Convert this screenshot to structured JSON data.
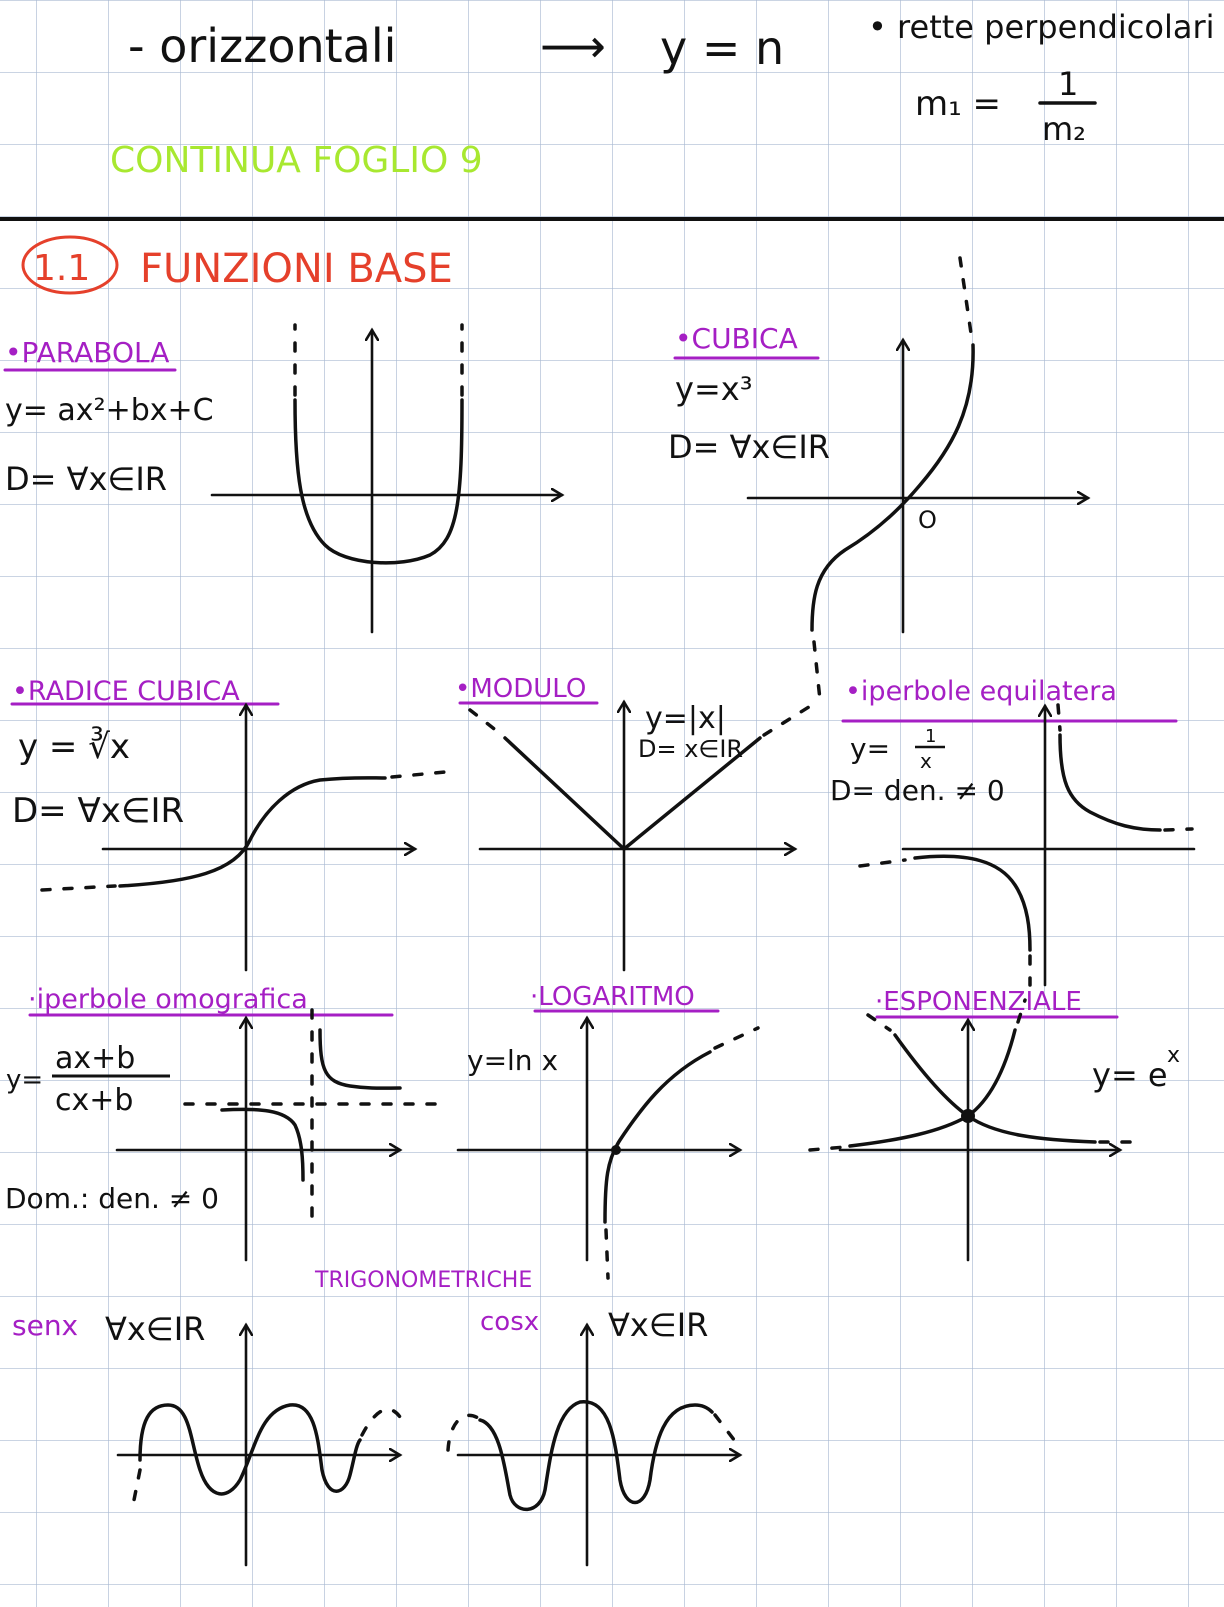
{
  "colors": {
    "grid": "#a9bad2",
    "ink": "#111111",
    "purple": "#a51fc4",
    "red": "#e5402b",
    "green": "#a8e830"
  },
  "header": {
    "orizzontali": "- orizzontali",
    "arrow": "⟶",
    "orizzontali_eq": "y = n",
    "perpendicolari": "• rette perpendicolari",
    "perp_lhs": "m₁ =",
    "perp_num": "1",
    "perp_den": "m₂",
    "continua": "CONTINUA FOGLIO 9"
  },
  "section": {
    "number": "1.1",
    "title": "FUNZIONI BASE"
  },
  "functions": {
    "parabola": {
      "title": "•PARABOLA",
      "formula": "y= ax²+bx+C",
      "domain": "D= ∀x∈IR"
    },
    "cubica": {
      "title": "•CUBICA",
      "formula": "y=x³",
      "domain": "D= ∀x∈IR",
      "origin": "O"
    },
    "radice": {
      "title": "•RADICE CUBICA",
      "formula": "y = ∛x",
      "domain": "D= ∀x∈IR"
    },
    "modulo": {
      "title": "•MODULO",
      "formula": "y=|x|",
      "domain": "D= x∈IR"
    },
    "iperbole_eq": {
      "title": "•iperbole equilatera",
      "formula_lhs": "y=",
      "formula_num": "1",
      "formula_den": "x",
      "domain": "D= den. ≠ 0"
    },
    "iperbole_om": {
      "title": "·iperbole omografica",
      "formula_lhs": "y=",
      "formula_num": "ax+b",
      "formula_den": "cx+b",
      "domain": "Dom.: den. ≠ 0"
    },
    "logaritmo": {
      "title": "·LOGARITMO",
      "formula": "y=ln x"
    },
    "esponenziale": {
      "title": "·ESPONENZIALE",
      "formula": "y= e",
      "formula_exp": "x"
    },
    "trig": {
      "title": "TRIGONOMETRICHE",
      "sen": "senx",
      "sen_domain": "∀x∈IR",
      "cos": "cosx",
      "cos_domain": "∀x∈IR"
    }
  }
}
